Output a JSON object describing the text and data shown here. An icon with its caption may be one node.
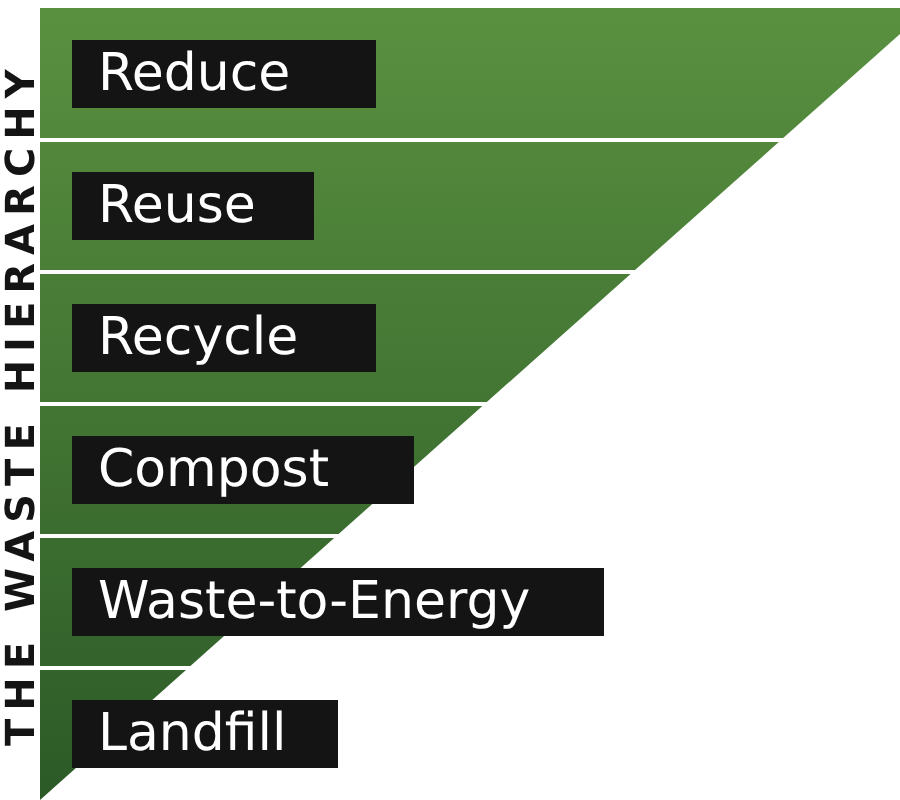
{
  "diagram": {
    "title": "THE WASTE HIERARCHY",
    "nodes": [
      {
        "text": [
          "Reduce"
        ]
      },
      {
        "text": [
          "Reuse"
        ]
      },
      {
        "text": [
          "Recycle"
        ]
      },
      {
        "text": [
          "Compost"
        ]
      },
      {
        "text": [
          "Waste-to-Energy"
        ]
      },
      {
        "text": [
          "Landfill"
        ]
      }
    ]
  }
}
